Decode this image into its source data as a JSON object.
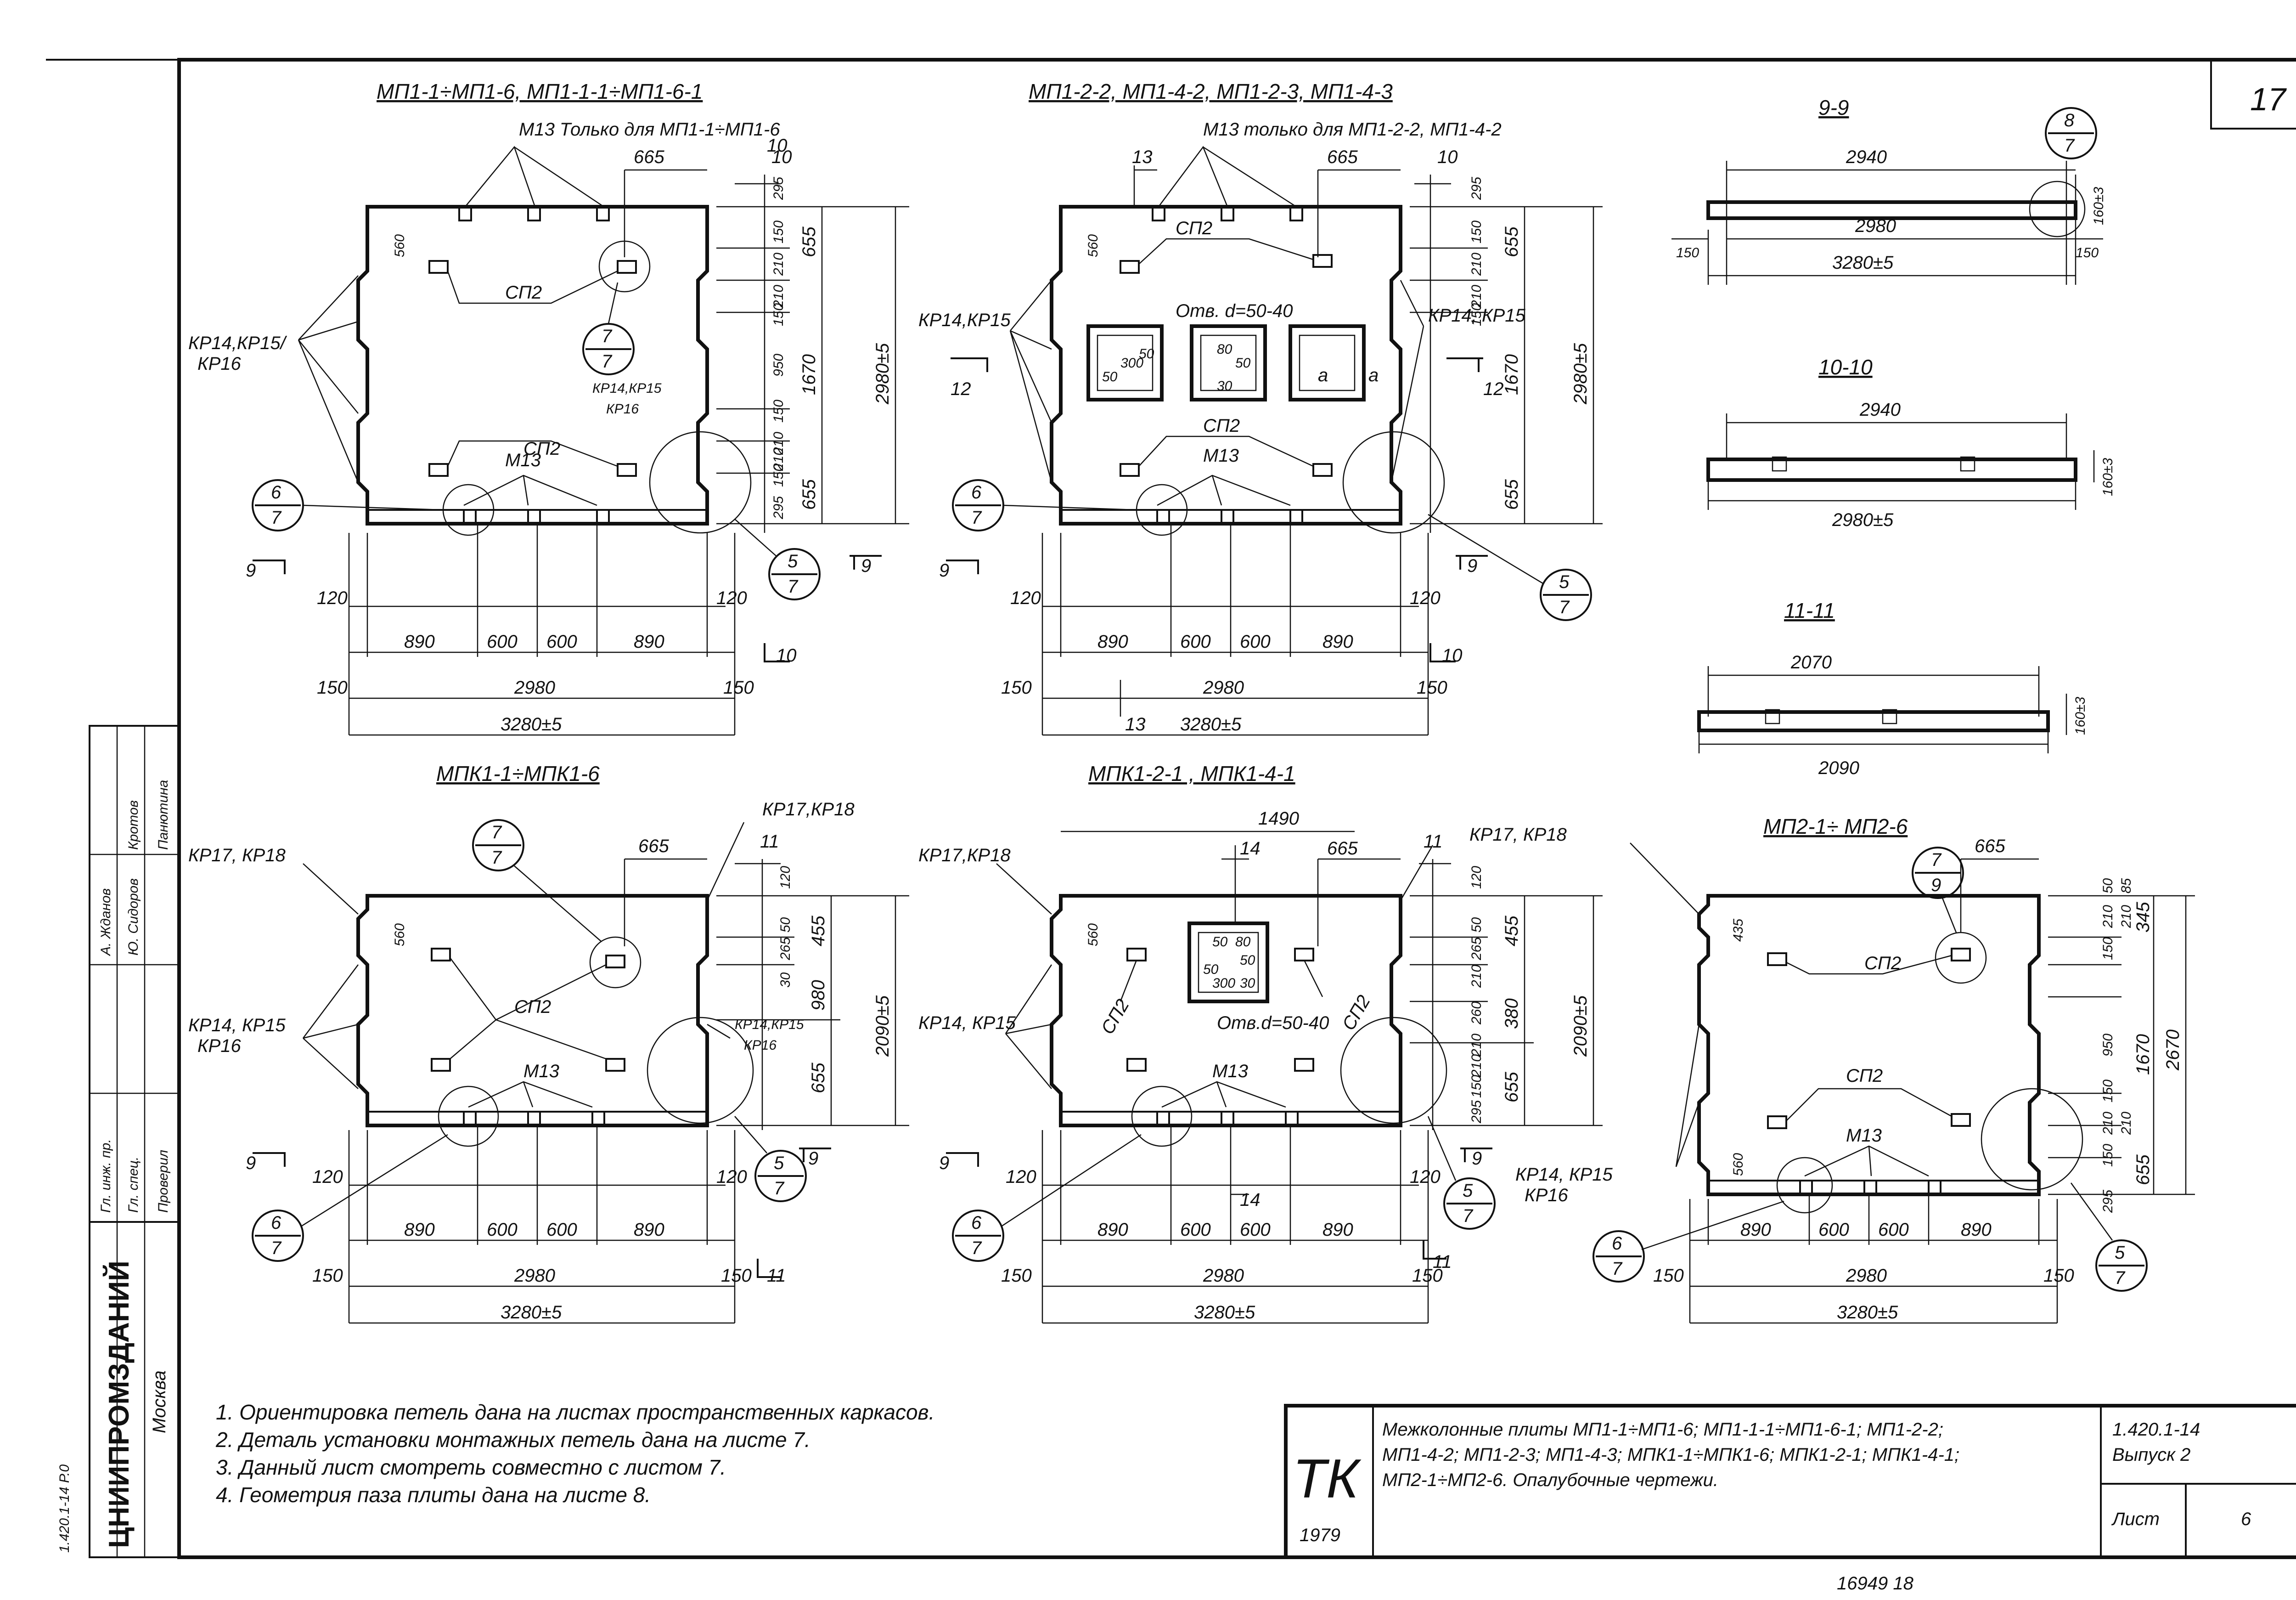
{
  "sheet_number_top": "17",
  "views": {
    "v1": {
      "title": "МП1-1÷МП1-6, МП1-1-1÷МП1-6-1",
      "note_m13": "М13  Только для МП1-1÷МП1-6",
      "labels": [
        "СП2",
        "СП2",
        "М13",
        "КР14,КР15",
        "КР16",
        "КР14,КР15/",
        "КР16"
      ],
      "callouts": [
        {
          "num": "7",
          "den": "7"
        },
        {
          "num": "6",
          "den": "7"
        },
        {
          "num": "5",
          "den": "7"
        }
      ],
      "dims_top": [
        "665",
        "10"
      ],
      "dims_right": [
        "295",
        "150",
        "210",
        "210",
        "150",
        "950",
        "150",
        "210",
        "210",
        "150",
        "295",
        "655",
        "1670",
        "655",
        "2980±5"
      ],
      "dims_bottom": [
        "120",
        "120",
        "890",
        "600",
        "600",
        "890",
        "150",
        "2980",
        "150",
        "3280±5",
        "10"
      ],
      "dims_left": [
        "560"
      ],
      "section_marks": [
        "9",
        "9",
        "10"
      ]
    },
    "v2": {
      "title": "МП1-2-2, МП1-4-2, МП1-2-3, МП1-4-3",
      "note_m13": "М13 только для МП1-2-2, МП1-4-2",
      "labels": [
        "СП2",
        "Отв. d=50-40",
        "СП2",
        "М13",
        "КР14,КР15",
        "КР14, КР15",
        "а",
        "а"
      ],
      "hole_dims": [
        "300",
        "50",
        "50",
        "80",
        "50",
        "30"
      ],
      "callouts": [
        {
          "num": "6",
          "den": "7"
        },
        {
          "num": "5",
          "den": "7"
        }
      ],
      "dims_top": [
        "13",
        "665",
        "10"
      ],
      "dims_right": [
        "295",
        "150",
        "210",
        "210",
        "150",
        "655",
        "1670",
        "655",
        "2980±5"
      ],
      "dims_bottom": [
        "120",
        "120",
        "890",
        "600",
        "600",
        "890",
        "150",
        "2980",
        "150",
        "13",
        "3280±5",
        "10"
      ],
      "dims_left": [
        "560"
      ],
      "section_marks": [
        "12",
        "12",
        "9",
        "9"
      ]
    },
    "s99": {
      "title": "9-9",
      "dims": [
        "2940",
        "2980",
        "3280±5",
        "150",
        "150",
        "160±3"
      ],
      "callout": {
        "num": "8",
        "den": "7"
      }
    },
    "s1010": {
      "title": "10-10",
      "dims": [
        "2940",
        "2980±5",
        "160±3"
      ]
    },
    "s1111": {
      "title": "11-11",
      "dims": [
        "2070",
        "2090",
        "160±3"
      ]
    },
    "v3": {
      "title": "МПК1-1÷МПК1-6",
      "labels": [
        "КР17, КР18",
        "КР17,КР18",
        "СП2",
        "М13",
        "КР14, КР15",
        "КР16",
        "КР14,КР15",
        "КР16"
      ],
      "callouts": [
        {
          "num": "7",
          "den": "7"
        },
        {
          "num": "6",
          "den": "7"
        },
        {
          "num": "5",
          "den": "7"
        }
      ],
      "dims_top": [
        "665",
        "11"
      ],
      "dims_right": [
        "120",
        "50",
        "265",
        "30",
        "455",
        "980",
        "655",
        "2090±5"
      ],
      "dims_bottom": [
        "120",
        "120",
        "890",
        "600",
        "600",
        "890",
        "150",
        "2980",
        "150",
        "3280±5",
        "11"
      ],
      "dims_left": [
        "560"
      ],
      "section_marks": [
        "9",
        "9"
      ]
    },
    "v4": {
      "title": "МПК1-2-1 , МПК1-4-1",
      "labels": [
        "КР17,КР18",
        "КР17, КР18",
        "СП2",
        "СП2",
        "М13",
        "КР14, КР15",
        "Отв.d=50-40"
      ],
      "hole_dims": [
        "50",
        "80",
        "50",
        "300",
        "50",
        "30"
      ],
      "callouts": [
        {
          "num": "6",
          "den": "7"
        },
        {
          "num": "5",
          "den": "7"
        }
      ],
      "dims_top": [
        "1490",
        "14",
        "665",
        "11"
      ],
      "dims_right": [
        "120",
        "50",
        "265",
        "210",
        "260",
        "210",
        "210",
        "150",
        "295",
        "455",
        "380",
        "655",
        "2090±5"
      ],
      "dims_bottom": [
        "120",
        "120",
        "890",
        "600",
        "600",
        "890",
        "150",
        "2980",
        "150",
        "3280±5",
        "14",
        "11"
      ],
      "dims_left": [
        "560"
      ],
      "section_marks": [
        "9",
        "9"
      ]
    },
    "v5": {
      "title": "МП2-1÷ МП2-6",
      "labels": [
        "СП2",
        "СП2",
        "М13",
        "КР14, КР15",
        "КР16"
      ],
      "callouts": [
        {
          "num": "7",
          "den": "9"
        },
        {
          "num": "6",
          "den": "7"
        },
        {
          "num": "5",
          "den": "7"
        }
      ],
      "dims_top": [
        "665"
      ],
      "dims_right": [
        "50",
        "85",
        "210",
        "210",
        "150",
        "950",
        "150",
        "210",
        "210",
        "150",
        "295",
        "345",
        "1670",
        "655",
        "2670"
      ],
      "dims_bottom": [
        "890",
        "600",
        "600",
        "890",
        "150",
        "2980",
        "150",
        "3280±5"
      ],
      "dims_left": [
        "435",
        "560"
      ]
    }
  },
  "notes": [
    "1. Ориентировка  петель  дана  на  листах  пространственных  каркасов.",
    "2. Деталь  установки  монтажных петель  дана  на  листе 7.",
    "3. Данный  лист  смотреть  совместно  с  листом 7.",
    "4. Геометрия  паза  плиты  дана  на  листе  8."
  ],
  "stamp": {
    "logo_letters": "ТК",
    "year": "1979",
    "title_lines": [
      "Межколонные  плиты МП1-1÷МП1-6; МП1-1-1÷МП1-6-1; МП1-2-2;",
      "МП1-4-2; МП1-2-3; МП1-4-3; МПК1-1÷МПК1-6; МПК1-2-1; МПК1-4-1;",
      "МП2-1÷МП2-6.  Опалубочные  чертежи."
    ],
    "series": "1.420.1-14",
    "issue": "Выпуск 2",
    "sheet_label": "Лист",
    "sheet_value": "6"
  },
  "side_stamp": {
    "org": "ЦНИИПРОМЗДАНИЙ",
    "city": "Москва",
    "code": "1.420.1-14 Р.0",
    "roles": [
      "Гл. инж. пр.",
      "Гл. спец.",
      "Проверил"
    ],
    "names": [
      "А. Жданов",
      "Ю. Сидоров",
      "Кротов",
      "Панютина"
    ]
  },
  "bottom_number": "16949   18"
}
